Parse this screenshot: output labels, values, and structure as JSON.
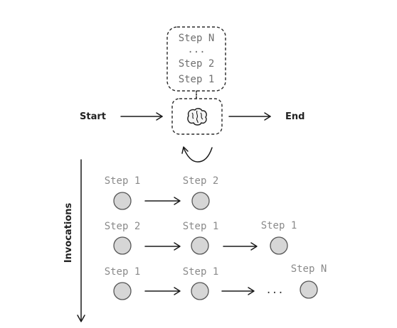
{
  "stack_box": {
    "steps": [
      "Step N",
      "...",
      "Step 2",
      "Step 1"
    ]
  },
  "agent": {
    "start_label": "Start",
    "end_label": "End",
    "brain_icon": "brain-icon"
  },
  "axis": {
    "label": "Invocations"
  },
  "invocations": [
    {
      "nodes": [
        "Step 1",
        "Step 2"
      ],
      "ellipsis": ""
    },
    {
      "nodes": [
        "Step 2",
        "Step 1",
        "Step 1"
      ],
      "ellipsis": ""
    },
    {
      "nodes": [
        "Step 1",
        "Step 1",
        "Step N"
      ],
      "ellipsis": "..."
    }
  ]
}
